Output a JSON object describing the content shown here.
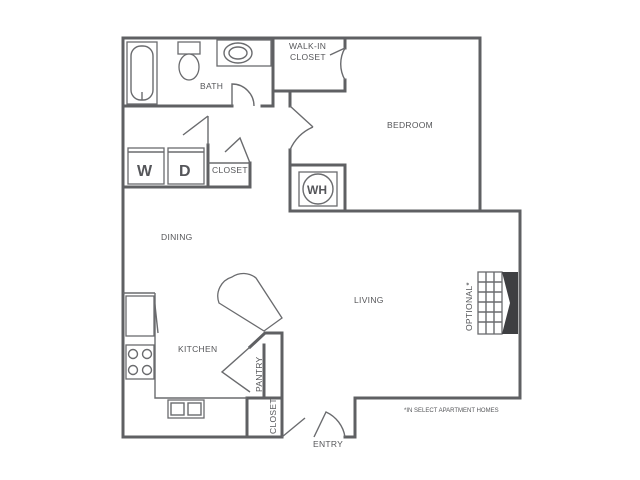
{
  "labels": {
    "bath": "BATH",
    "walk_in_closet_line1": "WALK-IN",
    "walk_in_closet_line2": "CLOSET",
    "bedroom": "BEDROOM",
    "closet_laundry": "CLOSET",
    "washer": "W",
    "dryer": "D",
    "water_heater": "WH",
    "dining": "DINING",
    "living": "LIVING",
    "kitchen": "KITCHEN",
    "pantry": "PANTRY",
    "closet_entry": "CLOSET",
    "entry": "ENTRY",
    "optional": "OPTIONAL*",
    "footnote": "*IN SELECT APARTMENT HOMES"
  },
  "colors": {
    "wall": "#5f6063",
    "text": "#555659",
    "fixture_fill": "#ffffff"
  }
}
